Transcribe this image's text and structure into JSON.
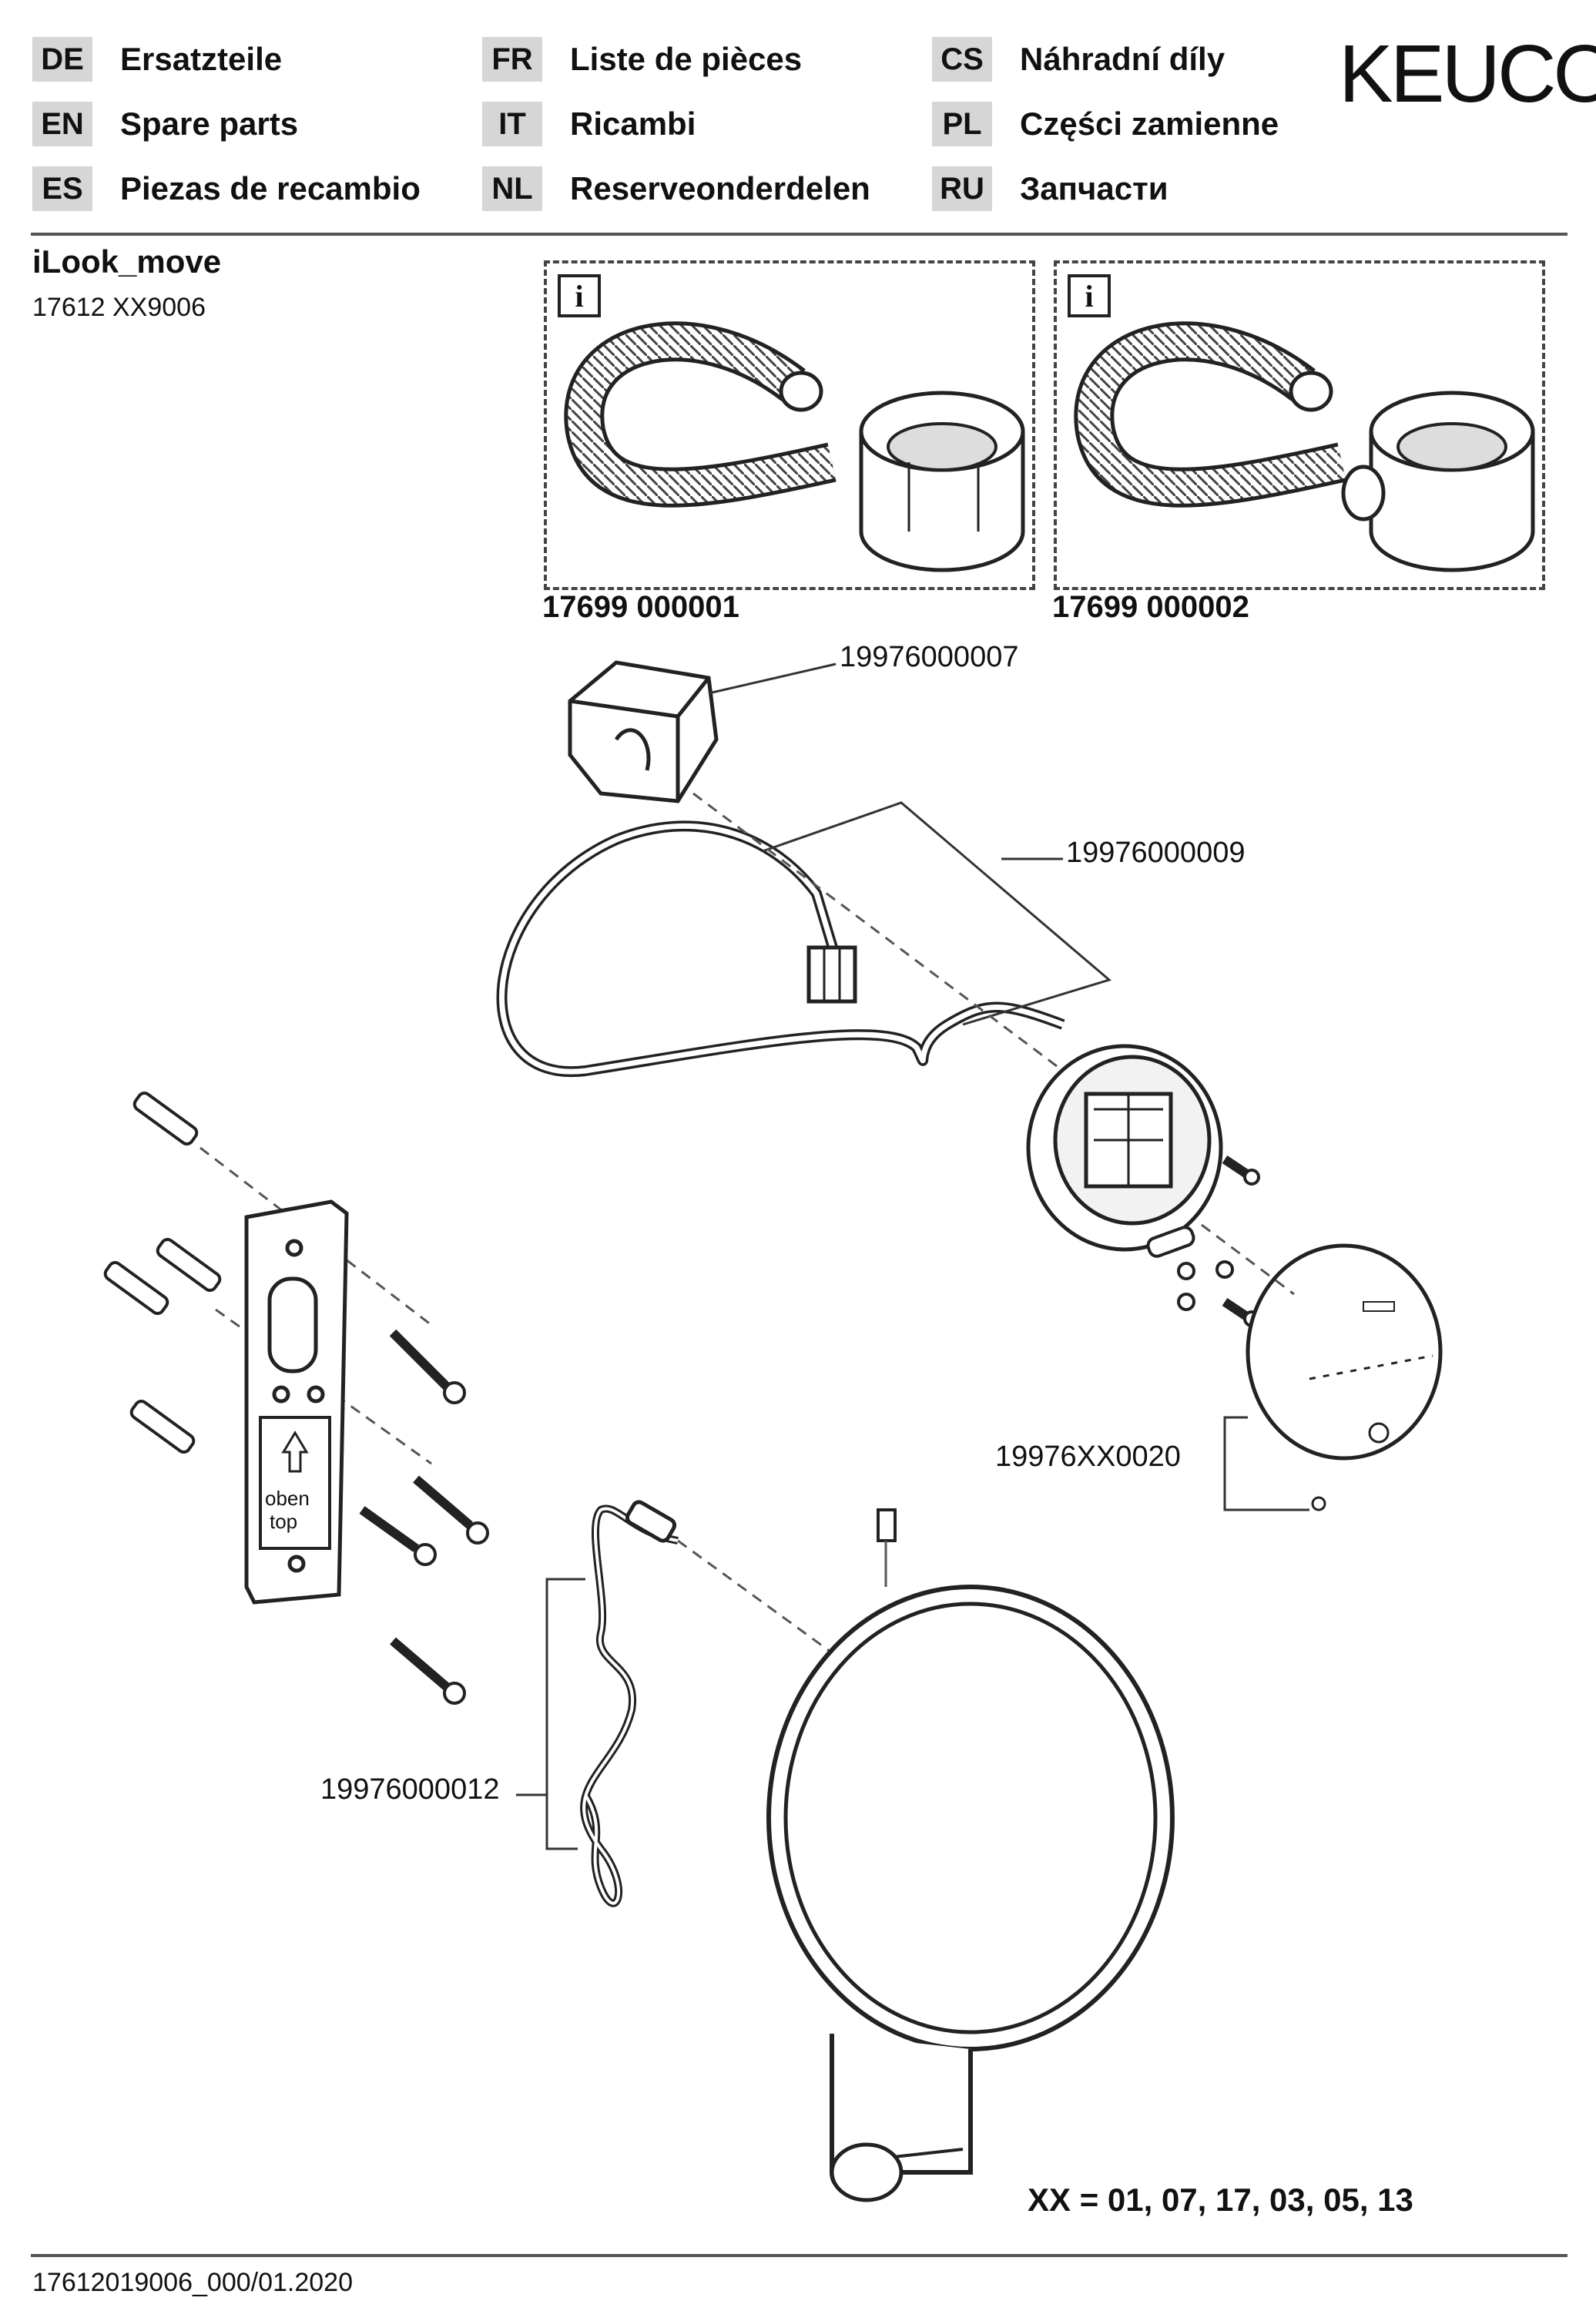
{
  "header": {
    "languages": [
      {
        "code": "DE",
        "label": "Ersatzteile"
      },
      {
        "code": "EN",
        "label": "Spare parts"
      },
      {
        "code": "ES",
        "label": "Piezas de recambio"
      },
      {
        "code": "FR",
        "label": "Liste de pièces"
      },
      {
        "code": "IT",
        "label": "Ricambi"
      },
      {
        "code": "NL",
        "label": "Reserveonderdelen"
      },
      {
        "code": "CS",
        "label": "Náhradní díly"
      },
      {
        "code": "PL",
        "label": "Części zamienne"
      },
      {
        "code": "RU",
        "label": "Запчасти"
      }
    ],
    "brand": "KEUCO"
  },
  "product": {
    "name": "iLook_move",
    "code": "17612 XX9006"
  },
  "options": [
    {
      "info": "i",
      "part_number": "17699 000001"
    },
    {
      "info": "i",
      "part_number": "17699 000002"
    }
  ],
  "parts": {
    "driver": "19976000007",
    "cable": "19976000009",
    "control_unit": "19976XX0020",
    "power_cable": "19976000012"
  },
  "mounting_plate_text": {
    "line1": "oben",
    "line2": "top"
  },
  "variants": "XX = 01, 07, 17, 03, 05, 13",
  "footer": {
    "document_number": "17612019006_000/01.2020"
  }
}
